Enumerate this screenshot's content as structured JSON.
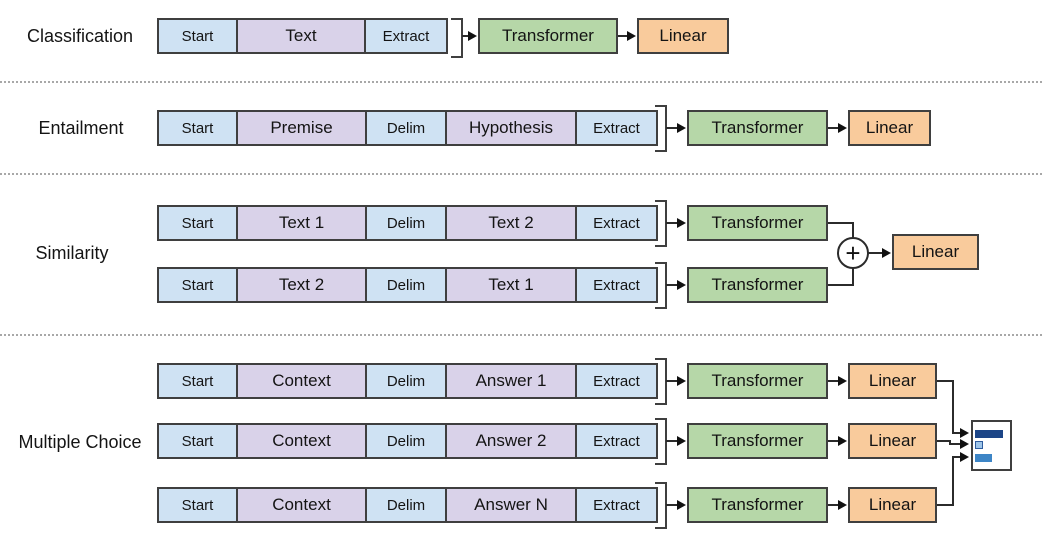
{
  "labels": {
    "transformer": "Transformer",
    "linear": "Linear",
    "plus": "+"
  },
  "tasks": {
    "classification": {
      "label": "Classification",
      "segments": [
        "Start",
        "Text",
        "Extract"
      ]
    },
    "entailment": {
      "label": "Entailment",
      "segments": [
        "Start",
        "Premise",
        "Delim",
        "Hypothesis",
        "Extract"
      ]
    },
    "similarity": {
      "label": "Similarity",
      "rows": [
        [
          "Start",
          "Text 1",
          "Delim",
          "Text 2",
          "Extract"
        ],
        [
          "Start",
          "Text 2",
          "Delim",
          "Text 1",
          "Extract"
        ]
      ]
    },
    "multiple_choice": {
      "label": "Multiple Choice",
      "rows": [
        [
          "Start",
          "Context",
          "Delim",
          "Answer 1",
          "Extract"
        ],
        [
          "Start",
          "Context",
          "Delim",
          "Answer 2",
          "Extract"
        ],
        [
          "Start",
          "Context",
          "Delim",
          "Answer N",
          "Extract"
        ]
      ]
    }
  },
  "colors": {
    "token_box": "#cfe2f3",
    "text_box": "#d9d2e9",
    "transformer_box": "#b6d7a8",
    "linear_box": "#f9cb9c",
    "border": "#3f3f3f"
  },
  "score_chart": {
    "bars": [
      {
        "name": "answer-1-score",
        "color": "#1c4587"
      },
      {
        "name": "answer-2-score",
        "color": "#9fc5e8"
      },
      {
        "name": "answer-n-score",
        "color": "#3d85c6"
      }
    ]
  }
}
